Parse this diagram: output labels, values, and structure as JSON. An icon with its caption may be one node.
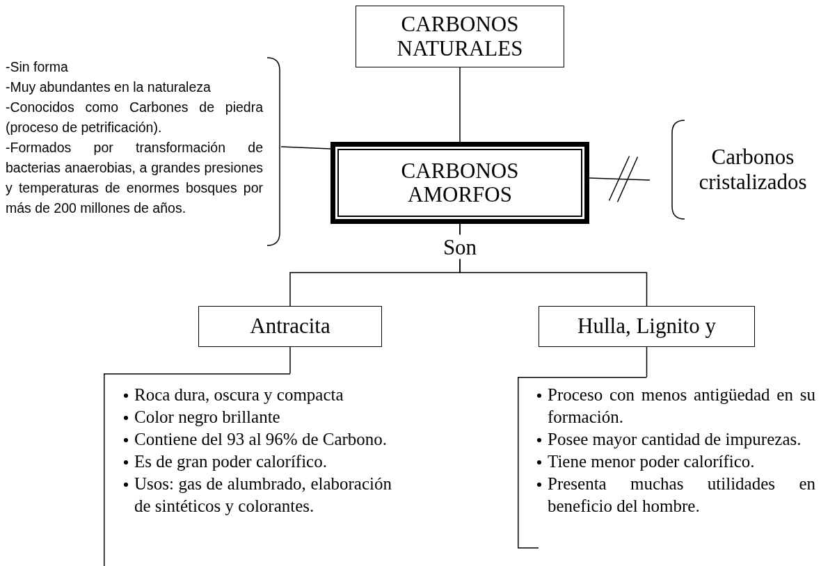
{
  "diagram": {
    "nodes": [
      {
        "text": [
          "CARBONOS NATURALES"
        ]
      },
      {
        "text": [
          "CARBONOS AMORFOS"
        ]
      },
      {
        "text": [
          "-Sin forma",
          "-Muy abundantes en la naturaleza",
          "-Conocidos como Carbones de piedra (proceso de petrificación).",
          "-Formados por transformación de bacterias anaerobias, a grandes presiones y temperaturas de enormes bosques por más de 200 millones de años."
        ]
      },
      {
        "text": [
          "Carbonos cristalizados"
        ]
      },
      {
        "text": [
          "Antracita"
        ]
      },
      {
        "text": [
          "Hulla, Lignito y"
        ]
      },
      {
        "text": [
          "Roca dura, oscura y compacta",
          "Color negro brillante",
          "Contiene del 93 al 96% de Carbono.",
          "Es de gran poder calorífico.",
          "Usos: gas de alumbrado, elaboración de sintéticos y colorantes."
        ]
      },
      {
        "text": [
          "Proceso con menos antigüedad en su formación.",
          "Posee mayor cantidad de impurezas.",
          "Tiene menor poder calorífico.",
          "Presenta muchas utilidades en beneficio del hombre."
        ]
      }
    ],
    "edges": [
      {
        "from": 0,
        "to": 1,
        "arrow": "none"
      },
      {
        "from": 2,
        "to": 1,
        "arrow": "none"
      },
      {
        "from": 1,
        "to": 3,
        "arrow": "none"
      },
      {
        "from": 1,
        "to": 4,
        "arrow": "none",
        "label": "Son"
      },
      {
        "from": 1,
        "to": 5,
        "arrow": "none"
      },
      {
        "from": 4,
        "to": 6,
        "arrow": "none"
      },
      {
        "from": 5,
        "to": 7,
        "arrow": "none"
      }
    ]
  }
}
